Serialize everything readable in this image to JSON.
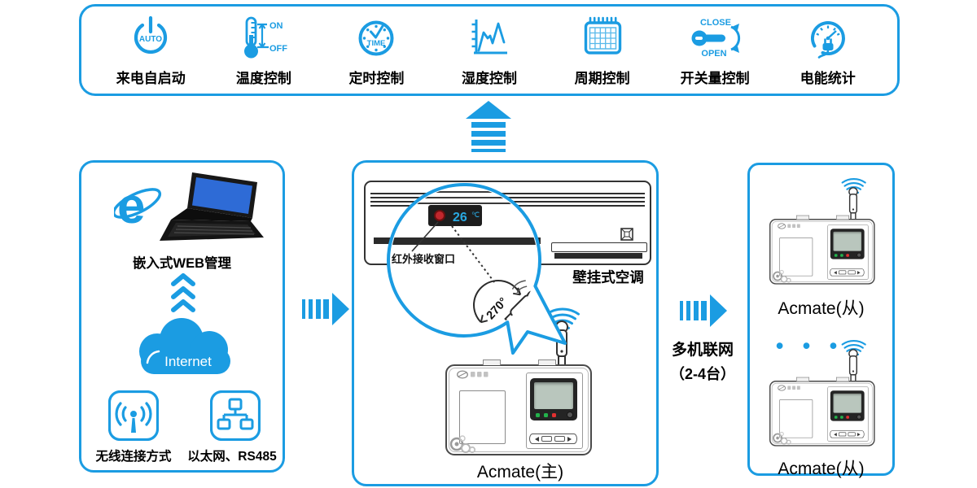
{
  "colors": {
    "accent": "#1b9ce2"
  },
  "feature_bar": {
    "items": [
      {
        "label": "来电自启动",
        "icon": "auto-power-icon",
        "icon_text": "AUTO"
      },
      {
        "label": "温度控制",
        "icon": "thermometer-icon",
        "on": "ON",
        "off": "OFF"
      },
      {
        "label": "定时控制",
        "icon": "timer-clock-icon",
        "icon_text": "TIME"
      },
      {
        "label": "湿度控制",
        "icon": "humidity-chart-icon"
      },
      {
        "label": "周期控制",
        "icon": "calendar-icon"
      },
      {
        "label": "开关量控制",
        "icon": "switch-icon",
        "close": "CLOSE",
        "open": "OPEN"
      },
      {
        "label": "电能统计",
        "icon": "energy-meter-icon"
      }
    ]
  },
  "left_panel": {
    "web_label": "嵌入式WEB管理",
    "cloud_label": "Internet",
    "wireless_label": "无线连接方式",
    "ethernet_label": "以太网、RS485"
  },
  "center_panel": {
    "ac_label": "壁挂式空调",
    "ir_window_label": "红外接收窗口",
    "display_temp": "26",
    "display_unit": "℃",
    "rotation_angle": "270°",
    "device_label": "Acmate(主)"
  },
  "link": {
    "line1": "多机联网",
    "line2": "（2-4台）"
  },
  "right_panel": {
    "device1_label": "Acmate(从)",
    "device2_label": "Acmate(从)",
    "ellipsis": "• • •"
  }
}
